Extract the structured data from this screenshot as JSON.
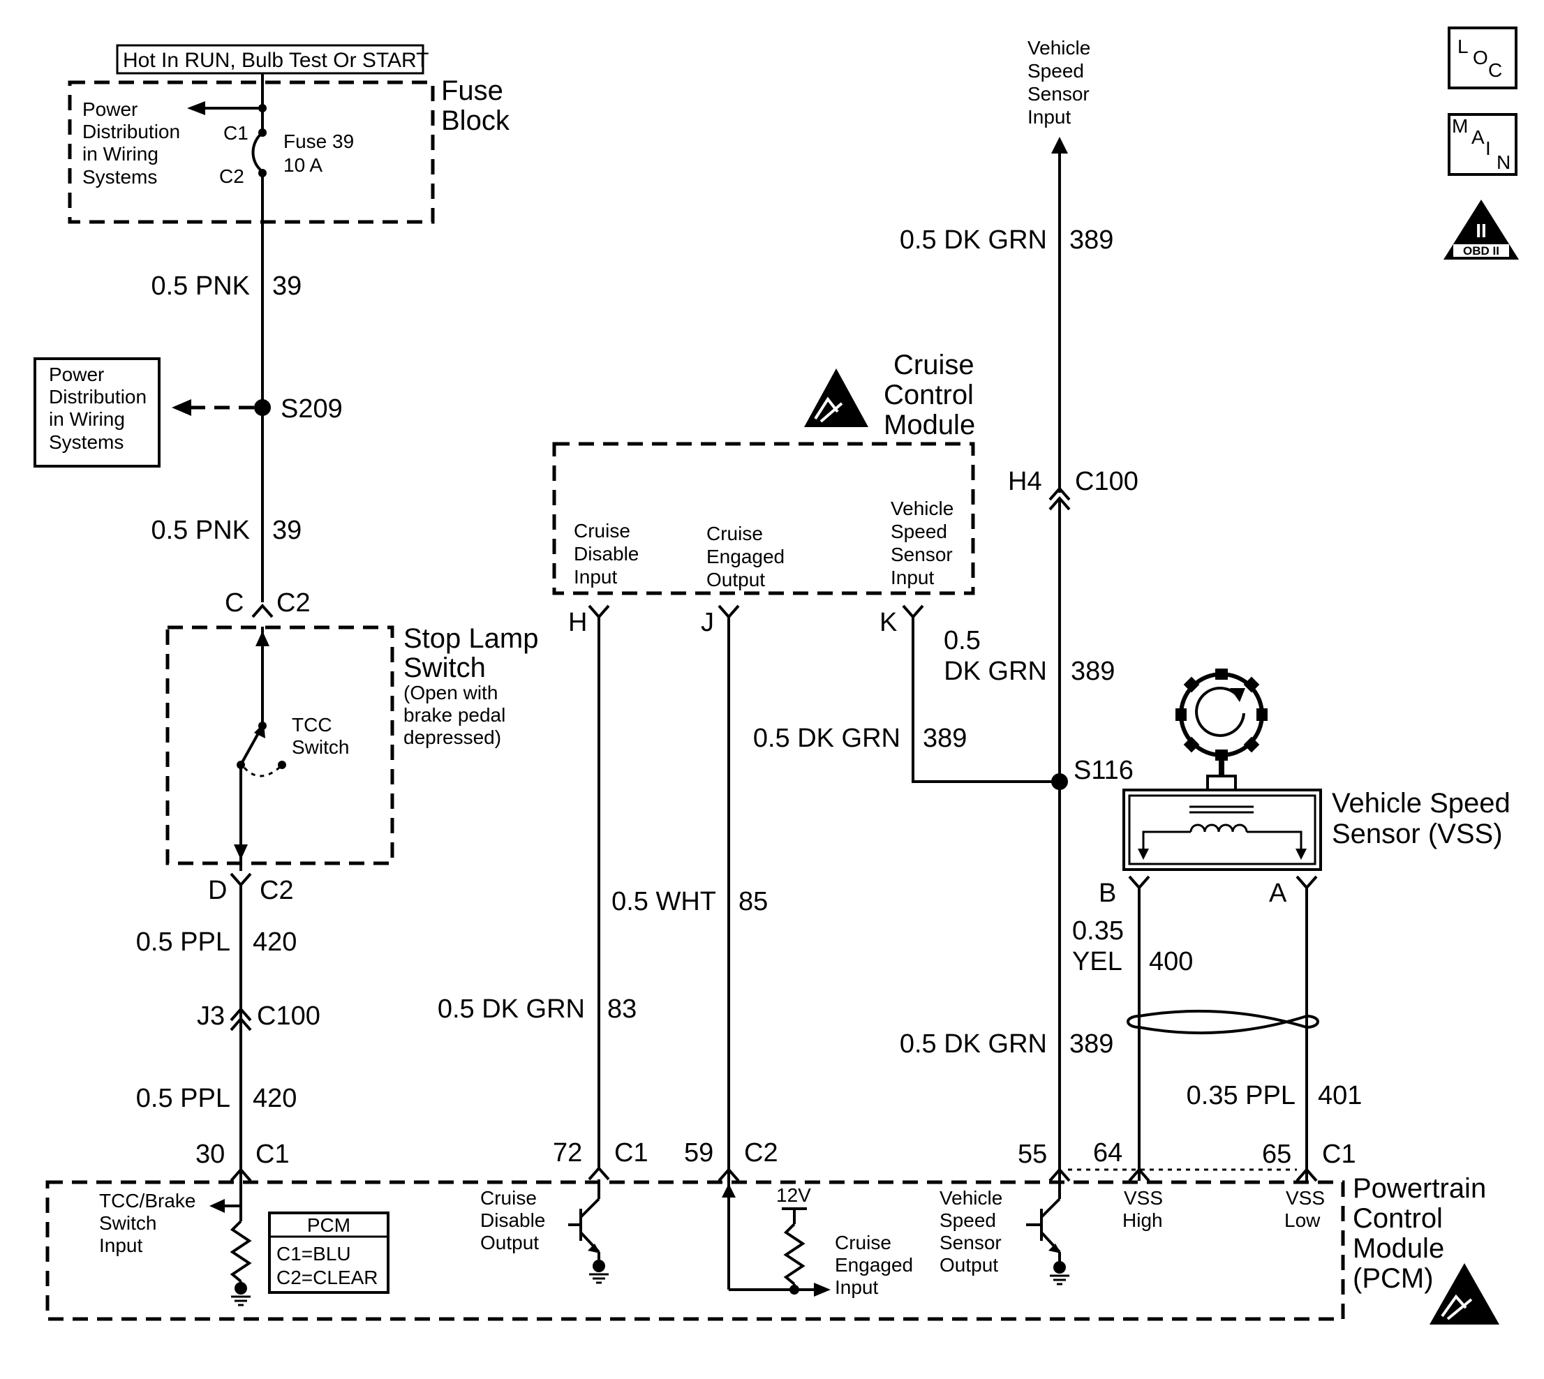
{
  "header_box": "Hot In RUN, Bulb Test Or START",
  "fuse_block": {
    "title": [
      "Fuse",
      "Block"
    ],
    "power_dist": [
      "Power",
      "Distribution",
      "in Wiring",
      "Systems"
    ],
    "c1": "C1",
    "c2": "C2",
    "fuse": [
      "Fuse 39",
      "10 A"
    ]
  },
  "wire_pnk_upper": {
    "gauge": "0.5 PNK",
    "circuit": "39"
  },
  "splice_s209": "S209",
  "power_dist_box": [
    "Power",
    "Distribution",
    "in Wiring",
    "Systems"
  ],
  "wire_pnk_lower": {
    "gauge": "0.5 PNK",
    "circuit": "39"
  },
  "stop_lamp": {
    "conn_top": {
      "pin": "C",
      "conn": "C2"
    },
    "title": [
      "Stop Lamp",
      "Switch"
    ],
    "note": [
      "(Open with",
      "brake pedal",
      "depressed)"
    ],
    "switch": [
      "TCC",
      "Switch"
    ],
    "conn_bottom": {
      "pin": "D",
      "conn": "C2"
    }
  },
  "wire_ppl_upper": {
    "gauge": "0.5 PPL",
    "circuit": "420"
  },
  "conn_j3": {
    "pin": "J3",
    "conn": "C100"
  },
  "wire_ppl_lower": {
    "gauge": "0.5 PPL",
    "circuit": "420"
  },
  "ccm": {
    "title": [
      "Cruise",
      "Control",
      "Module"
    ],
    "label_disable": [
      "Cruise",
      "Disable",
      "Input"
    ],
    "label_engaged": [
      "Cruise",
      "Engaged",
      "Output"
    ],
    "label_vss": [
      "Vehicle",
      "Speed",
      "Sensor",
      "Input"
    ],
    "pin_h": "H",
    "pin_j": "J",
    "pin_k": "K"
  },
  "wire_wht": {
    "gauge": "0.5 WHT",
    "circuit": "85"
  },
  "wire_dkgrn_83": {
    "gauge": "0.5 DK GRN",
    "circuit": "83"
  },
  "wire_dkgrn_k": {
    "gauge": "0.5 DK GRN",
    "circuit": "389"
  },
  "vss_input_top": [
    "Vehicle",
    "Speed",
    "Sensor",
    "Input"
  ],
  "wire_dkgrn_top": {
    "gauge": "0.5 DK GRN",
    "circuit": "389"
  },
  "conn_h4": {
    "pin": "H4",
    "conn": "C100"
  },
  "wire_dkgrn_mid": {
    "gauge_line1": "0.5",
    "gauge_line2": "DK GRN",
    "circuit": "389"
  },
  "splice_s116": "S116",
  "wire_dkgrn_bottom": {
    "gauge": "0.5 DK GRN",
    "circuit": "389"
  },
  "vss": {
    "title": [
      "Vehicle Speed",
      "Sensor (VSS)"
    ],
    "pin_b": "B",
    "pin_a": "A"
  },
  "wire_yel": {
    "gauge_line1": "0.35",
    "gauge_line2": "YEL",
    "circuit": "400"
  },
  "wire_ppl_401": {
    "gauge": "0.35 PPL",
    "circuit": "401"
  },
  "pcm_pins": {
    "p30": "30",
    "c1a": "C1",
    "p72": "72",
    "c1b": "C1",
    "p59": "59",
    "c2": "C2",
    "p55": "55",
    "p64": "64",
    "p65": "65",
    "c1c": "C1"
  },
  "pcm": {
    "title": [
      "Powertrain",
      "Control",
      "Module",
      "(PCM)"
    ],
    "tcc_input": [
      "TCC/Brake",
      "Switch",
      "Input"
    ],
    "legend_title": "PCM",
    "legend_c1": "C1=BLU",
    "legend_c2": "C2=CLEAR",
    "cruise_disable_out": [
      "Cruise",
      "Disable",
      "Output"
    ],
    "v12": "12V",
    "cruise_engaged_in": [
      "Cruise",
      "Engaged",
      "Input"
    ],
    "vss_output": [
      "Vehicle",
      "Speed",
      "Sensor",
      "Output"
    ],
    "vss_high": [
      "VSS",
      "High"
    ],
    "vss_low": [
      "VSS",
      "Low"
    ]
  },
  "icons": {
    "loc": [
      "L",
      "O",
      "C"
    ],
    "main": [
      "M",
      "A",
      "I",
      "N"
    ],
    "obd": [
      "II",
      "OBD II"
    ]
  }
}
